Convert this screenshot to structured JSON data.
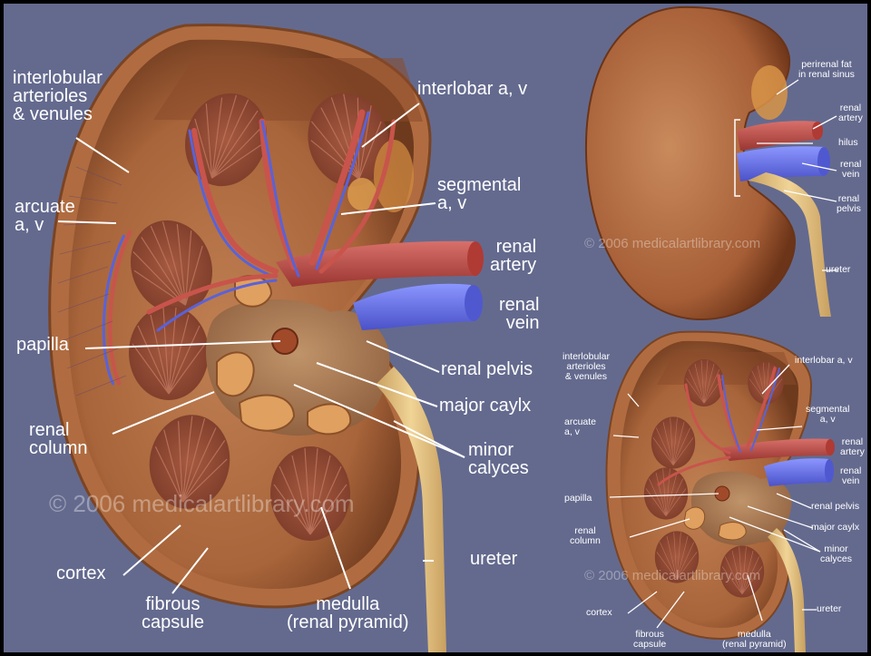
{
  "watermark": "© 2006 medicalartlibrary.com",
  "colors": {
    "background": "#646a8e",
    "cortex": "#a8643a",
    "medulla": "#8a4a32",
    "artery": "#c0504a",
    "vein": "#6a72e0",
    "pelvis": "#e0c080",
    "label_text": "#ffffff"
  },
  "main": {
    "labels": {
      "interlobular": "interlobular\narterioles\n& venules",
      "interlobar": "interlobar a, v",
      "arcuate": "arcuate\na, v",
      "segmental": "segmental\na, v",
      "renal_artery": "renal\nartery",
      "renal_vein": "renal\nvein",
      "papilla": "papilla",
      "renal_pelvis": "renal pelvis",
      "renal_column": "renal\ncolumn",
      "major_calyx": "major caylx",
      "minor_calyces": "minor\ncalyces",
      "ureter": "ureter",
      "cortex": "cortex",
      "fibrous_capsule": "fibrous\ncapsule",
      "medulla": "medulla\n(renal pyramid)"
    }
  },
  "exterior": {
    "labels": {
      "perirenal_fat": "perirenal fat\nin renal sinus",
      "renal_artery": "renal\nartery",
      "hilus": "hilus",
      "renal_vein": "renal\nvein",
      "renal_pelvis": "renal\npelvis",
      "ureter": "ureter"
    }
  },
  "small": {
    "labels": {
      "interlobular": "interlobular\narterioles\n& venules",
      "interlobar": "interlobar a, v",
      "segmental": "segmental\na, v",
      "arcuate": "arcuate\na, v",
      "renal_artery": "renal\nartery",
      "renal_vein": "renal\nvein",
      "papilla": "papilla",
      "renal_pelvis": "renal pelvis",
      "renal_column": "renal\ncolumn",
      "major_calyx": "major caylx",
      "minor_calyces": "minor\ncalyces",
      "cortex": "cortex",
      "ureter": "ureter",
      "fibrous_capsule": "fibrous\ncapsule",
      "medulla": "medulla\n(renal pyramid)"
    }
  }
}
